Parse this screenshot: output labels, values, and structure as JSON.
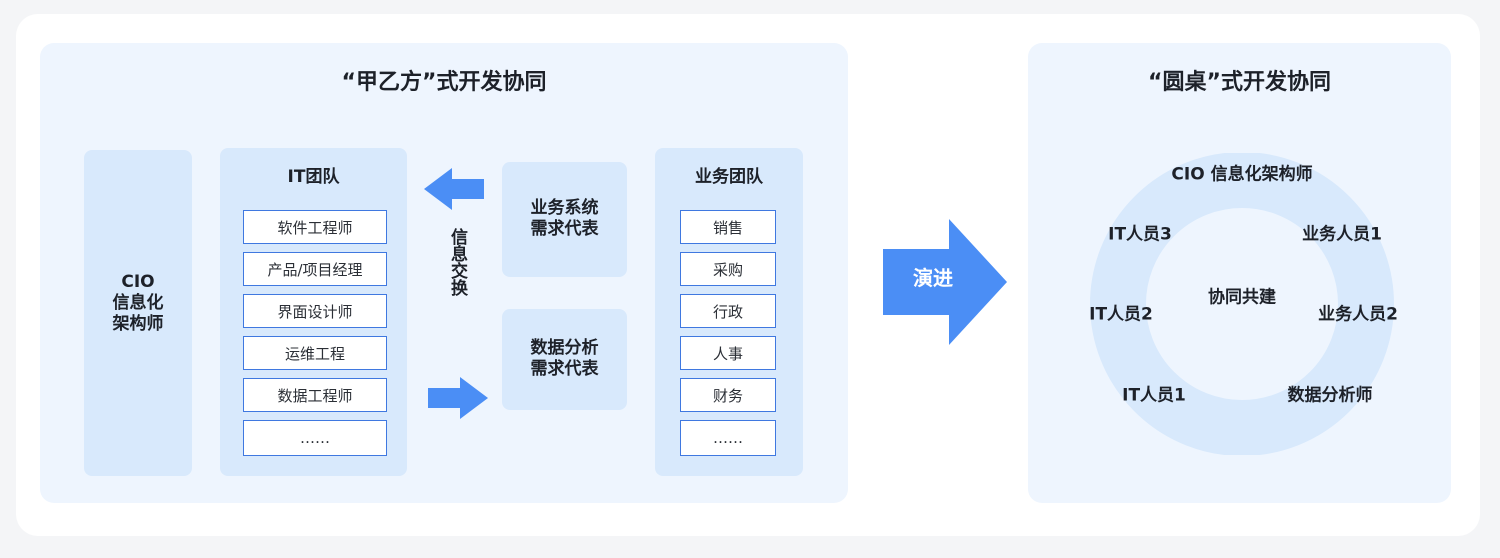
{
  "left_panel": {
    "title": "“甲乙方”式开发协同",
    "cio_box": "CIO\n信息化\n架构师",
    "it_team": {
      "header": "IT团队",
      "items": [
        "软件工程师",
        "产品/项目经理",
        "界面设计师",
        "运维工程",
        "数据工程师",
        "……"
      ]
    },
    "exchange_label": "信息交换",
    "rep_top": "业务系统\n需求代表",
    "rep_bottom": "数据分析\n需求代表",
    "business_team": {
      "header": "业务团队",
      "items": [
        "销售",
        "采购",
        "行政",
        "人事",
        "财务",
        "……"
      ]
    }
  },
  "evolve_arrow": {
    "label": "演进"
  },
  "right_panel": {
    "title": "“圆桌”式开发协同",
    "center": "协同共建",
    "ring_labels": {
      "top": "CIO 信息化架构师",
      "upper_left": "IT人员3",
      "upper_right": "业务人员1",
      "mid_left": "IT人员2",
      "mid_right": "业务人员2",
      "lower_left": "IT人员1",
      "lower_right": "数据分析师"
    }
  },
  "colors": {
    "panel_bg": "#eef5fe",
    "box_bg": "#d8e9fc",
    "item_border": "#3f78e0",
    "arrow": "#4b8ef5",
    "ring": "#d8e9fc"
  }
}
